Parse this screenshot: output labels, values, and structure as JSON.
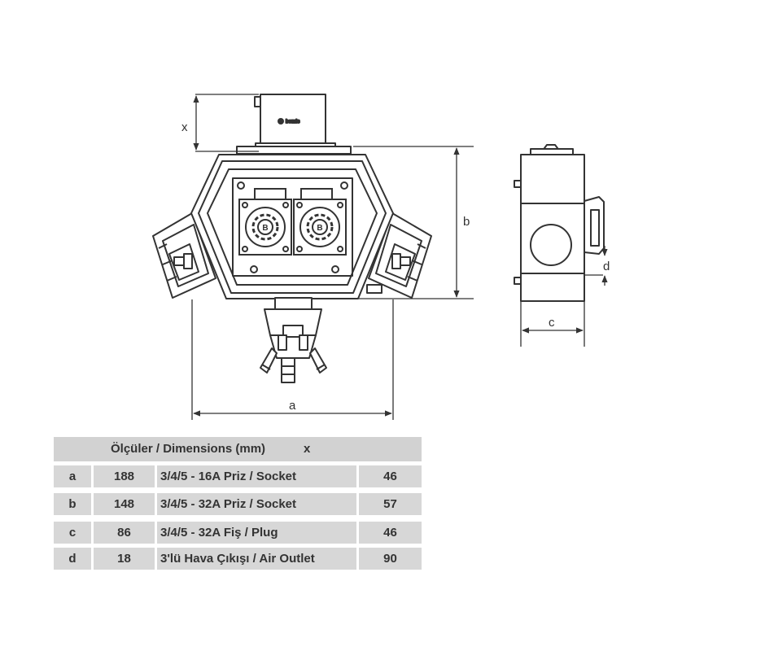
{
  "labels": {
    "x": "x",
    "b": "b",
    "d": "d",
    "c": "c",
    "a": "a",
    "brand": "bemis",
    "socket_badge_1": "B",
    "socket_badge_2": "B"
  },
  "table": {
    "header_title": "Ölçüler / Dimensions (mm)",
    "header_x": "x",
    "rows": [
      {
        "key": "a",
        "value": "188",
        "description": "3/4/5 - 16A Priz / Socket",
        "x": "46"
      },
      {
        "key": "b",
        "value": "148",
        "description": "3/4/5 - 32A Priz / Socket",
        "x": "57"
      },
      {
        "key": "c",
        "value": "86",
        "description": "3/4/5 - 32A Fiş / Plug",
        "x": "46"
      },
      {
        "key": "d",
        "value": "18",
        "description": "3'lü Hava Çıkışı / Air Outlet",
        "x": "90"
      }
    ]
  },
  "colors": {
    "line": "#333333",
    "table_fill": "#d7d7d7",
    "header_fill": "#d2d2d2",
    "body_fill": "#ffffff"
  }
}
